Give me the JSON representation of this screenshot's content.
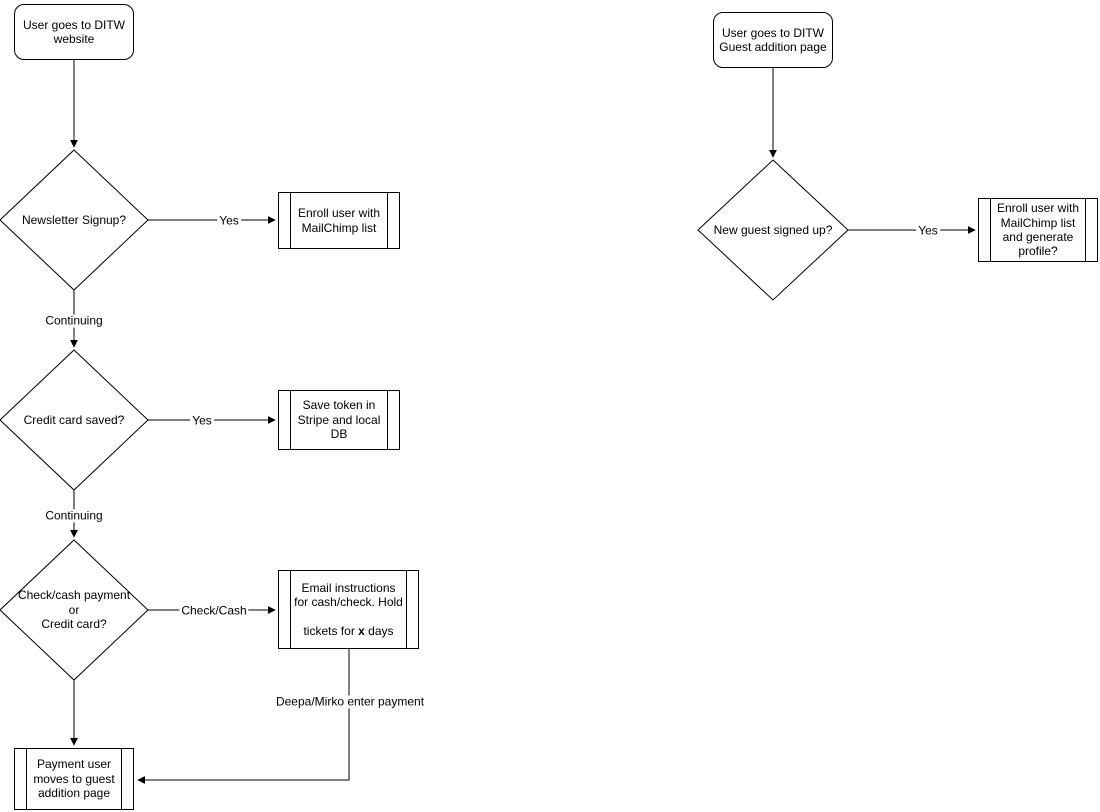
{
  "diagram": {
    "background_color": "#ffffff",
    "stroke_color": "#000000",
    "text_color": "#000000"
  },
  "left_flow": {
    "start": {
      "lines": [
        "User goes to DITW",
        "website"
      ]
    },
    "decision_newsletter": {
      "lines": [
        "Newsletter Signup?"
      ]
    },
    "process_enroll": {
      "lines": [
        "Enroll user with",
        "MailChimp list"
      ]
    },
    "decision_credit_card": {
      "lines": [
        "Credit card saved?"
      ]
    },
    "process_save_token": {
      "lines": [
        "Save token in",
        "Stripe and local",
        "DB"
      ]
    },
    "decision_payment_type": {
      "lines": [
        "Check/cash payment",
        "or",
        "Credit card?"
      ]
    },
    "process_email_instructions": {
      "lines_top": [
        "Email instructions",
        "for cash/check. Hold"
      ],
      "last_line_pre": "tickets for ",
      "last_line_bold": "x",
      "last_line_post": " days"
    },
    "process_payment_user": {
      "lines": [
        "Payment user",
        "moves to guest",
        "addition page"
      ]
    },
    "labels": {
      "yes_newsletter": "Yes",
      "continuing_1": "Continuing",
      "yes_credit": "Yes",
      "continuing_2": "Continuing",
      "check_cash": "Check/Cash",
      "deepa_mirko": "Deepa/Mirko enter payment"
    }
  },
  "right_flow": {
    "start": {
      "lines": [
        "User goes to DITW",
        "Guest addition page"
      ]
    },
    "decision_new_guest": {
      "lines": [
        "New guest signed up?"
      ]
    },
    "process_enroll_generate": {
      "lines": [
        "Enroll user with",
        "MailChimp list",
        "and generate",
        "profile?"
      ]
    },
    "labels": {
      "yes_new_guest": "Yes"
    }
  }
}
